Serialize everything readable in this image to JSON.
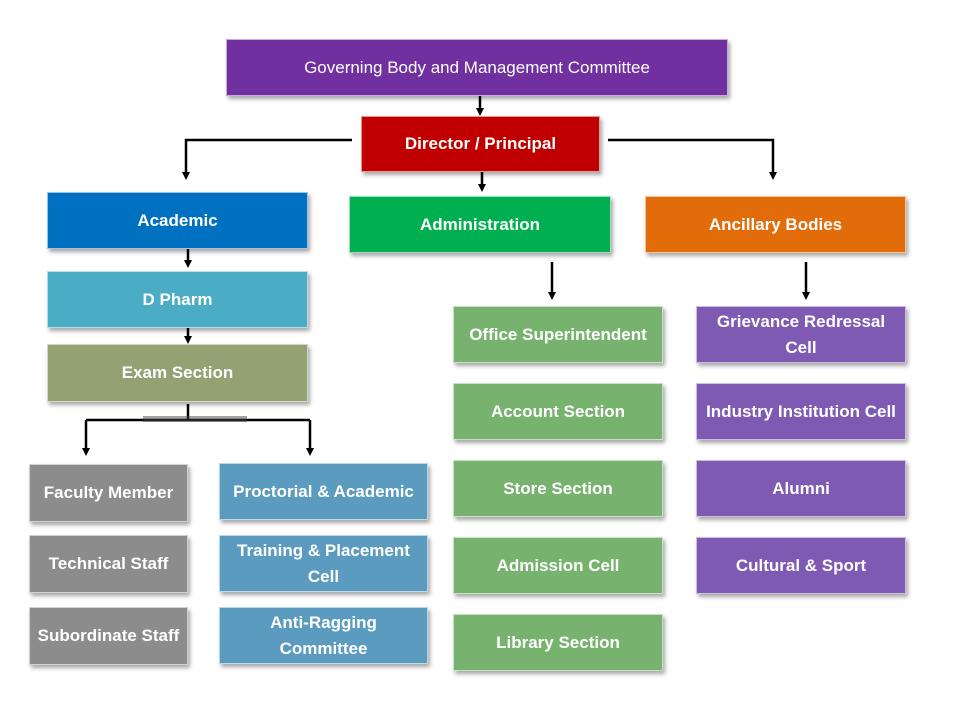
{
  "nodes": {
    "governing": {
      "label": "Governing Body and Management Committee",
      "color": "#7030A0"
    },
    "director": {
      "label": "Director / Principal",
      "color": "#C00000"
    },
    "academic": {
      "label": "Academic",
      "color": "#0070C0"
    },
    "administration": {
      "label": "Administration",
      "color": "#00B050"
    },
    "ancillary": {
      "label": "Ancillary Bodies",
      "color": "#E36C0A"
    },
    "dpharm": {
      "label": "D Pharm",
      "color": "#4BACC6"
    },
    "exam": {
      "label": "Exam Section",
      "color": "#93A173"
    },
    "faculty": {
      "label": "Faculty Member",
      "color": "#8C8C8C"
    },
    "technical": {
      "label": "Technical Staff",
      "color": "#8C8C8C"
    },
    "subordinate": {
      "label": "Subordinate Staff",
      "color": "#8C8C8C"
    },
    "proctorial": {
      "label": "Proctorial & Academic",
      "color": "#5B9BBF"
    },
    "training": {
      "label": "Training & Placement Cell",
      "color": "#5B9BBF"
    },
    "antiragging": {
      "label": "Anti-Ragging Committee",
      "color": "#5B9BBF"
    },
    "office": {
      "label": "Office Superintendent",
      "color": "#77B26F"
    },
    "account": {
      "label": "Account Section",
      "color": "#77B26F"
    },
    "store": {
      "label": "Store Section",
      "color": "#77B26F"
    },
    "admission": {
      "label": "Admission Cell",
      "color": "#77B26F"
    },
    "library": {
      "label": "Library Section",
      "color": "#77B26F"
    },
    "grievance": {
      "label": "Grievance Redressal Cell",
      "color": "#7F5AB3"
    },
    "industry": {
      "label": "Industry Institution Cell",
      "color": "#7F5AB3"
    },
    "alumni": {
      "label": "Alumni",
      "color": "#7F5AB3"
    },
    "cultural": {
      "label": "Cultural & Sport",
      "color": "#7F5AB3"
    }
  },
  "connector_color": "#000000"
}
